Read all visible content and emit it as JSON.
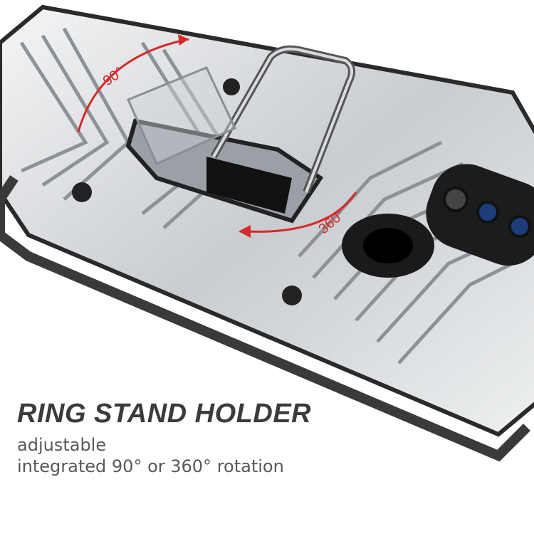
{
  "product": {
    "heading": "RING STAND HOLDER",
    "line1": "adjustable",
    "line2": "integrated 90° or 360° rotation"
  },
  "annotations": {
    "tilt_label": "90°",
    "rotate_label": "360°"
  },
  "colors": {
    "case_silver": "#d9dbdd",
    "case_black": "#1a1a1a",
    "arrow_red": "#d42a2a",
    "heading_text": "#3b3b3b"
  }
}
